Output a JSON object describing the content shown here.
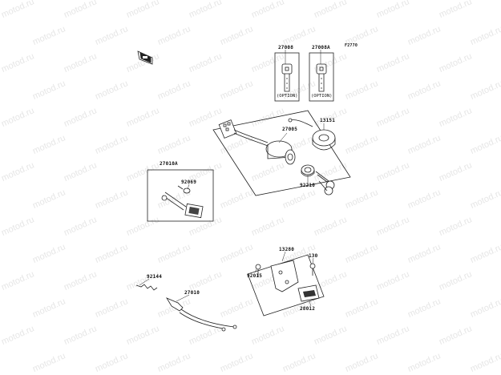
{
  "watermark": {
    "text": "motod.ru",
    "color": "#e6e6e6"
  },
  "header": {
    "figure_code": "F2770"
  },
  "parts": {
    "key_a": "27008",
    "key_b": "27008A",
    "key_a_option": "(OPTION)",
    "key_b_option": "(OPTION)",
    "ignition_switch": "27005",
    "nut_cap": "13151",
    "ring_nut": "92210",
    "kill_switch_assy": "27010A",
    "small_nut": "92069",
    "bracket": "13280",
    "bolt_130": "130",
    "bolt_92015": "92015",
    "plate": "28012",
    "spring": "92144",
    "wire_switch": "27010"
  }
}
